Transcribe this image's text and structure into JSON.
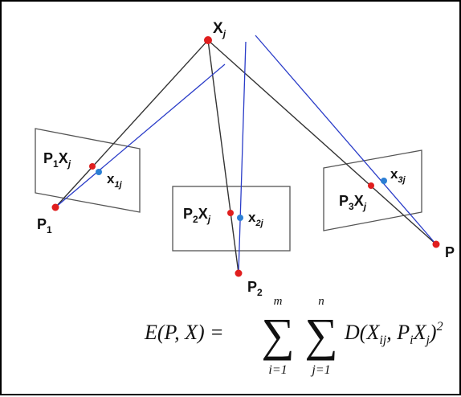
{
  "colors": {
    "world_rays": "#333333",
    "image_rays": "#2a3cc8",
    "world_point": "#e01e1e",
    "image_point": "#2b7fd4",
    "image_plane": "#555555"
  },
  "labels": {
    "world_point": {
      "main": "X",
      "sub": "j"
    },
    "camera1": {
      "main": "P",
      "sub": "1"
    },
    "camera2": {
      "main": "P",
      "sub": "2"
    },
    "camera3": {
      "main": "P",
      "sub": ""
    },
    "proj1": {
      "p": "P",
      "psub": "1",
      "x": "X",
      "xsub": "j"
    },
    "proj2": {
      "p": "P",
      "psub": "2",
      "x": "X",
      "xsub": "j"
    },
    "proj3": {
      "p": "P",
      "psub": "3",
      "x": "X",
      "xsub": "j"
    },
    "obs1": {
      "main": "x",
      "sub": "1j"
    },
    "obs2": {
      "main": "x",
      "sub": "2j"
    },
    "obs3": {
      "main": "x",
      "sub": "3j"
    }
  },
  "equation": {
    "lhs": "E(P, X) = ",
    "sum1_top": "m",
    "sum1_bottom": "i=1",
    "sum2_top": "n",
    "sum2_bottom": "j=1",
    "rhs_fn": "D",
    "rhs_args": "(X",
    "rhs_sub1": "ij",
    "rhs_mid": ", P",
    "rhs_sub2": "i",
    "rhs_x": "X",
    "rhs_sub3": "j",
    "rhs_close": ")",
    "rhs_exp": "2",
    "sigma": "∑"
  }
}
